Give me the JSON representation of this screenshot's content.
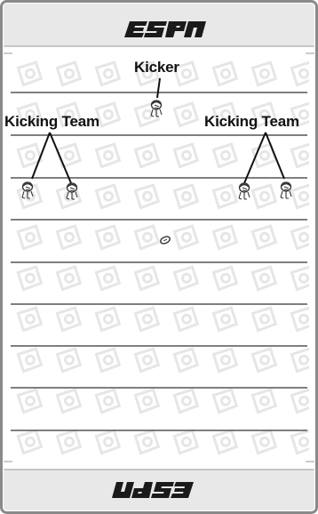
{
  "header_logo": {
    "text": "ESPN",
    "icon": "espn-logo"
  },
  "footer_logo": {
    "text": "ESPN",
    "icon": "espn-logo-inverted"
  },
  "labels": {
    "kicker": "Kicker",
    "kicking_team_left": "Kicking Team",
    "kicking_team_right": "Kicking Team"
  },
  "players": {
    "kicker_icon": "player-icon",
    "kicking_team_icon": "player-icon"
  },
  "ball": {
    "icon": "football-icon"
  },
  "colors": {
    "frame": "#8a8a8a",
    "band": "#e8e8e8",
    "field_lines": "#555555",
    "watermark": "#e9e9e9",
    "logo": "#1a1a1a",
    "text": "#111111"
  }
}
